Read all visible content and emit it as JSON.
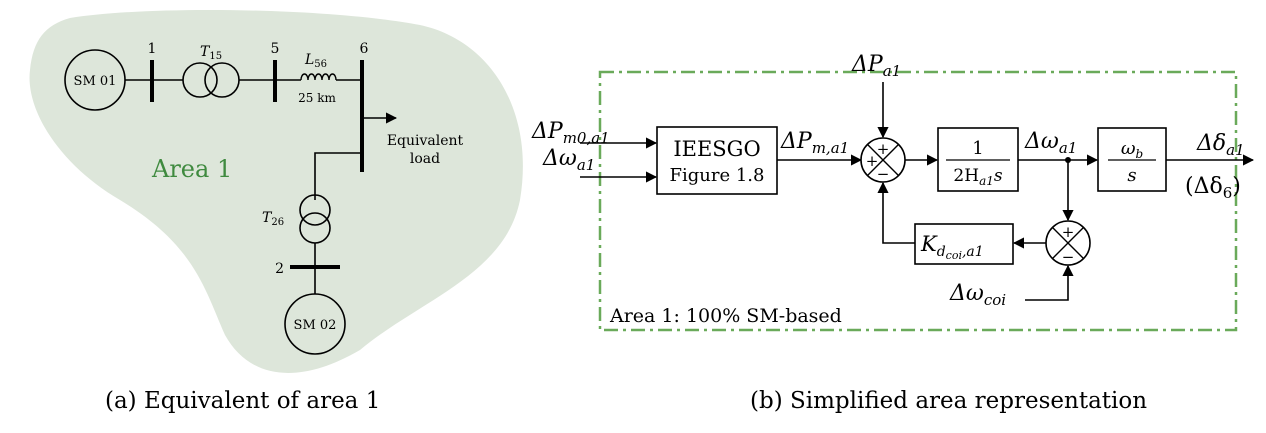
{
  "area_map": {
    "area_label": "Area 1",
    "sm01": "SM 01",
    "sm02": "SM 02",
    "bus1": "1",
    "bus2": "2",
    "bus5": "5",
    "bus6": "6",
    "t15_base": "T",
    "t15_sub": "15",
    "t26_base": "T",
    "t26_sub": "26",
    "l56_base": "L",
    "l56_sub": "56",
    "line_length": "25 km",
    "load_line1": "Equivalent",
    "load_line2": "load",
    "caption": "(a) Equivalent of area 1"
  },
  "block_diagram": {
    "box_label": "Area 1: 100% SM-based",
    "in_pm0_base": "ΔP",
    "in_pm0_sub": "m0,a1",
    "in_w_base": "Δω",
    "in_w_sub": "a1",
    "gov_line1": "IEESGO",
    "gov_line2": "Figure 1.8",
    "pm_base": "ΔP",
    "pm_sub": "m,a1",
    "pa_base": "ΔP",
    "pa_sub": "a1",
    "inertia_num": "1",
    "inertia_den_pre": "2H",
    "inertia_den_sub": "a1",
    "inertia_den_post": "s",
    "wa1_base": "Δω",
    "wa1_sub": "a1",
    "integ_num_base": "ω",
    "integ_num_sub": "b",
    "integ_den": "s",
    "delta_base": "Δδ",
    "delta_sub": "a1",
    "delta6_open": "(Δδ",
    "delta6_sub": "6",
    "delta6_close": ")",
    "kd_base": "K",
    "kd_sub": "d",
    "kd_subsub": "coi",
    "kd_tail": ",a1",
    "wcoi_base": "Δω",
    "wcoi_sub": "coi",
    "plus": "+",
    "minus": "−",
    "caption": "(b) Simplified area representation"
  },
  "colors": {
    "area_fill": "#dde6da",
    "area_label": "#3f8a3f",
    "box_dash": "#6aaa5a"
  }
}
